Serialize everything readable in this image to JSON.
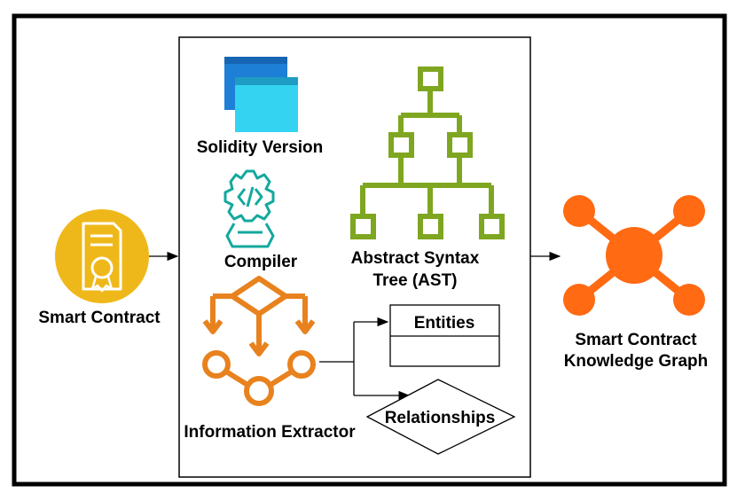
{
  "labels": {
    "smart_contract": "Smart Contract",
    "solidity_version": "Solidity Version",
    "compiler": "Compiler",
    "ast_line1": "Abstract Syntax",
    "ast_line2": "Tree (AST)",
    "information_extractor": "Information Extractor",
    "entities": "Entities",
    "relationships": "Relationships",
    "kg_line1": "Smart Contract",
    "kg_line2": "Knowledge Graph"
  },
  "icons": {
    "smart_contract": "certificate-icon",
    "solidity_version": "stacked-windows-icon",
    "compiler": "gear-code-icon",
    "ast": "tree-hierarchy-icon",
    "information_extractor": "cube-flow-icon",
    "knowledge_graph": "network-graph-icon"
  },
  "colors": {
    "contract_gold": "#EFB81A",
    "window_blue": "#1E7FD6",
    "window_cyan": "#35D3F2",
    "compiler_teal": "#13A89E",
    "ast_green": "#7FA620",
    "extractor_orange": "#E8821E",
    "graph_orange": "#FF6A13"
  }
}
